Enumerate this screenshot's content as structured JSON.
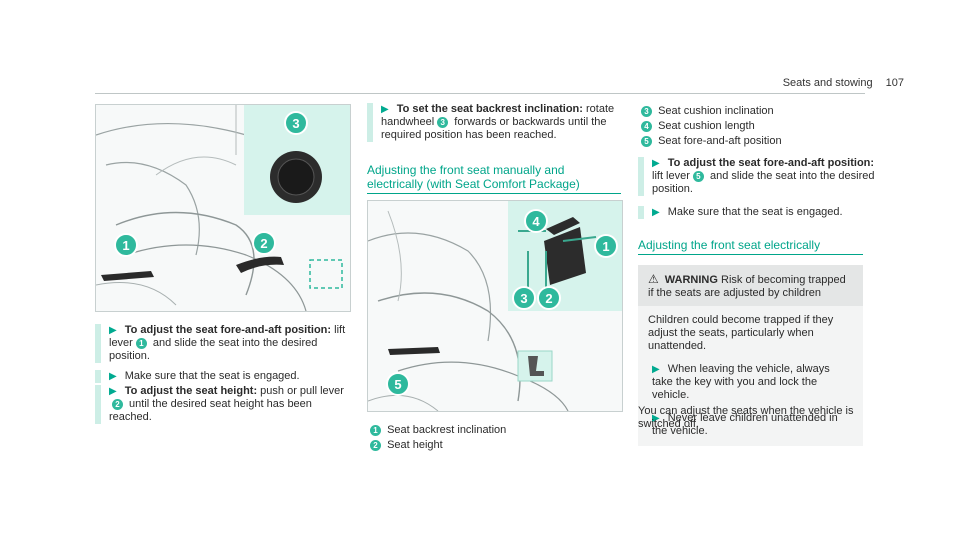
{
  "header": {
    "title": "Seats and stowing",
    "page": "107"
  },
  "left_column": {
    "steps": [
      {
        "bold": "To adjust the seat fore-and-aft position:",
        "pre": " lift lever",
        "num": "1",
        "post": " and slide the seat into the desired position."
      },
      {
        "text": "Make sure that the seat is engaged."
      },
      {
        "bold": "To adjust the seat height:",
        "pre": " push or pull lever",
        "num": "2",
        "post": " until the desired seat height has been reached."
      }
    ]
  },
  "middle_column": {
    "step": {
      "bold": "To set the seat backrest inclination:",
      "pre": " rotate handwheel",
      "num": "3",
      "post": " forwards or backwards until the required position has been reached."
    },
    "section_title": "Adjusting the front seat manually and electrically (with Seat Comfort Package)",
    "legend": [
      {
        "num": "1",
        "label": "Seat backrest inclination"
      },
      {
        "num": "2",
        "label": "Seat height"
      }
    ]
  },
  "right_column": {
    "legend": [
      {
        "num": "3",
        "label": "Seat cushion inclination"
      },
      {
        "num": "4",
        "label": "Seat cushion length"
      },
      {
        "num": "5",
        "label": "Seat fore-and-aft position"
      }
    ],
    "steps": [
      {
        "bold": "To adjust the seat fore-and-aft position:",
        "pre": " lift lever",
        "num": "5",
        "post": " and slide the seat into the desired position."
      },
      {
        "text": "Make sure that the seat is engaged."
      }
    ],
    "section_title": "Adjusting the front seat electrically",
    "warning": {
      "icon": "warning-triangle-icon",
      "label": "WARNING",
      "text": "Risk of becoming trapped if the seats are adjusted by children",
      "body": "Children could become trapped if they adjust the seats, particularly when unattended.",
      "steps": [
        "When leaving the vehicle, always take the key with you and lock the vehicle.",
        "Never leave children unattended in the vehicle."
      ]
    },
    "closing": "You can adjust the seats when the vehicle is switched off."
  },
  "figures": {
    "left_badges": [
      "1",
      "2",
      "3"
    ],
    "middle_badges": [
      "1",
      "2",
      "3",
      "4",
      "5"
    ]
  },
  "colors": {
    "accent": "#00a58a",
    "badge": "#2fb99d",
    "step_bar": "#cdeee6",
    "panel": "#d6f3ec"
  }
}
